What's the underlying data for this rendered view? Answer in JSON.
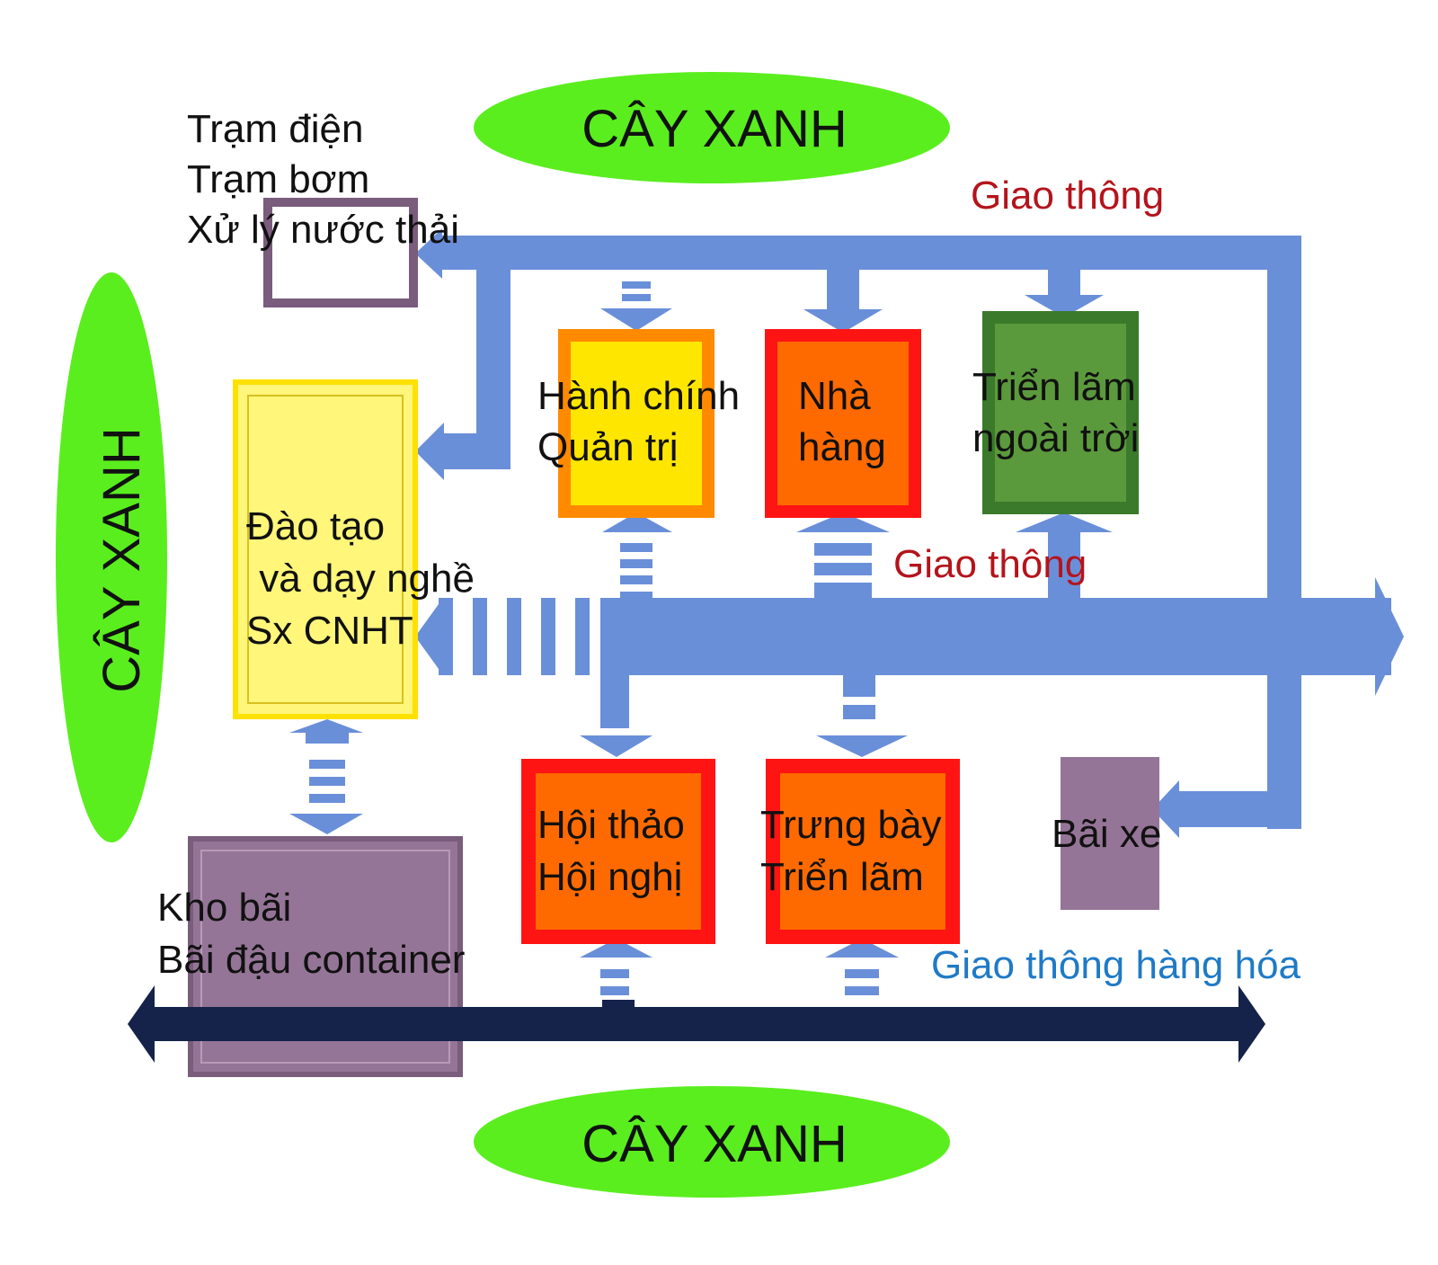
{
  "colors": {
    "road_blue": "#6a8fd9",
    "cargo_navy": "#15234a",
    "tree_green": "#5aee1e",
    "traffic_red_text": "#b4141c",
    "cargo_blue_text": "#1f7ac6",
    "admin_yellow": "#ffe600",
    "admin_border": "#ff8a00",
    "orange_fill": "#ff6a00",
    "red_border": "#ff1414",
    "green_fill": "#5b9a3c",
    "green_border": "#3b7a2a",
    "purple_fill": "#957597",
    "purple_border": "#7a5c7c",
    "pale_yellow": "#fff67a",
    "pale_yellow_border": "#ffe100"
  },
  "trees": {
    "top": "CÂY XANH",
    "left": "CÂY XANH",
    "bottom": "CÂY XANH"
  },
  "utility": {
    "line1": "Trạm điện",
    "line2": "Trạm bơm",
    "line3": "Xử lý nước thải"
  },
  "training": {
    "line1": "Đào tạo",
    "line2": " và dạy nghề",
    "line3": "Sx CNHT"
  },
  "admin": {
    "line1": "Hành chính",
    "line2": "Quản trị"
  },
  "restaurant": {
    "line1": "Nhà",
    "line2": "hàng"
  },
  "outdoor_expo": {
    "line1": "Triển lãm",
    "line2": "ngoài trời"
  },
  "conference": {
    "line1": "Hội thảo",
    "line2": "Hội nghị"
  },
  "exhibition": {
    "line1": "Trưng bày",
    "line2": "Triển lãm"
  },
  "parking": {
    "label": "Bãi xe"
  },
  "warehouse": {
    "line1": "Kho bãi",
    "line2": "Bãi đậu container"
  },
  "traffic": {
    "label_top": "Giao thông",
    "label_mid": "Giao thông",
    "label_cargo": "Giao thông hàng hóa"
  }
}
